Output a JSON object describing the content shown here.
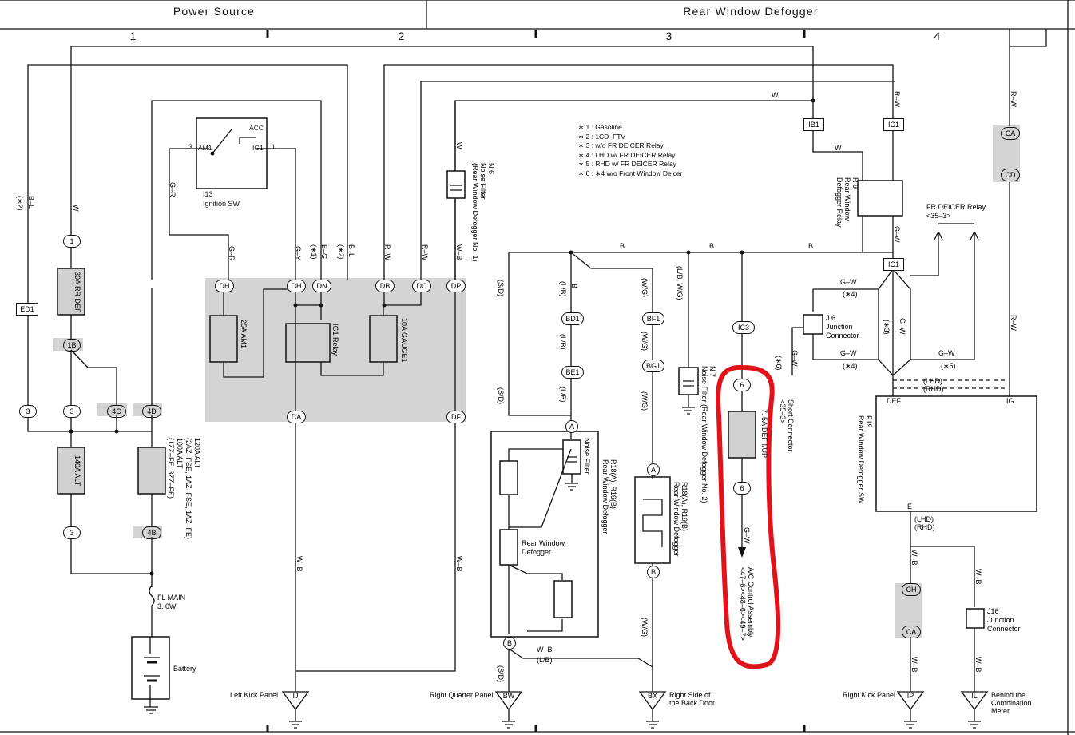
{
  "header": {
    "power_source": "Power Source",
    "rear_window_defogger": "Rear Window Defogger",
    "columns": [
      "1",
      "2",
      "3",
      "4"
    ]
  },
  "notes": [
    "∗ 1 : Gasoline",
    "∗ 2 : 1CD–FTV",
    "∗ 3 : w/o FR DEICER Relay",
    "∗ 4 : LHD w/ FR DEICER Relay",
    "∗ 5 : RHD w/ FR DEICER Relay",
    "∗ 6 : ∗4 w/o Front Window Deicer"
  ],
  "components": {
    "ignition_sw": {
      "id": "I13",
      "name": "Ignition SW",
      "acc": "ACC",
      "am1": "AM1",
      "ig1": "IG1",
      "pin3": "3",
      "pin1": "1"
    },
    "rr_def_fuse": "30A RR DEF",
    "alt_fuse": "140A ALT",
    "alt_fuse2": [
      "120A ALT",
      "(2AZ–FSE, 1AZ–FSE, 1AZ–FE)",
      "100A ALT",
      "(1ZZ–FE, 3ZZ–FE)"
    ],
    "fl_main": [
      "FL MAIN",
      "3. 0W"
    ],
    "battery": "Battery",
    "am1_fuse": "25A AM1",
    "ig1_relay": "IG1 Relay",
    "gauge_fuse": "10A GAUGE1",
    "noise_filter_n6": [
      "N 6",
      "Noise Filter",
      "(Rear Window Defogger No. 1)"
    ],
    "noise_filter_n7": [
      "N 7",
      "Noise Filter (Rear Window Defogger No. 2)"
    ],
    "defogger_relay": [
      "R 9",
      "Rear Window",
      "Defogger Relay"
    ],
    "fr_deicer_relay": [
      "FR DEICER Relay",
      "<35–3>"
    ],
    "junction_j6": [
      "J 6",
      "Junction",
      "Connector"
    ],
    "short_connector": [
      "Short Connector",
      "<35–3>"
    ],
    "def_iup_fuse": "7. 5A DEF I/UP",
    "ac_control": [
      "A/C Control Assembly",
      "<47–6><48–6><49–7>"
    ],
    "defogger_sw": [
      "F19",
      "Rear Window Defogger SW"
    ],
    "def_label": "DEF",
    "ig_label": "IG",
    "e_label": "E",
    "r18_left": [
      "R18(A), R19(B)",
      "Rear Window Defogger"
    ],
    "r18_right": [
      "R18(A), R19(B)",
      "Rear Window Defogger"
    ],
    "noise_filter_small": "Noise Filter",
    "rear_window_defogger_inner": [
      "Rear Window",
      "Defogger"
    ],
    "junction_j16": [
      "J16",
      "Junction",
      "Connector"
    ]
  },
  "connectors": {
    "c1": "1",
    "c3a": "3",
    "c3b": "3",
    "c3c": "3",
    "c4c": "4C",
    "c4d": "4D",
    "c4b": "4B",
    "c1b": "1B",
    "ed1": "ED1",
    "dh1": "DH",
    "dh2": "DH",
    "dn": "DN",
    "db": "DB",
    "dc": "DC",
    "dp": "DP",
    "da": "DA",
    "df": "DF",
    "bd1": "BD1",
    "be1": "BE1",
    "bf1": "BF1",
    "bg1": "BG1",
    "ic3": "IC3",
    "ib1": "IB1",
    "ic1a": "IC1",
    "ic1b": "IC1",
    "ca_top": "CA",
    "cd": "CD",
    "ch": "CH",
    "ca_bot": "CA",
    "c6a": "6",
    "c6b": "6",
    "ca": "A",
    "cb": "B",
    "cra": "A",
    "crb": "B"
  },
  "grounds": [
    {
      "code": "IJ",
      "label": "Left Kick Panel"
    },
    {
      "code": "BW",
      "label": "Right Quarter Panel"
    },
    {
      "code": "BX",
      "label": "Right Side of the Back Door"
    },
    {
      "code": "IP",
      "label": "Right Kick Panel"
    },
    {
      "code": "IL",
      "label": "Behind the Combination Meter"
    }
  ],
  "wire_labels": {
    "b_l": "B–L",
    "w": "W",
    "b": "B",
    "g_r": "G–R",
    "g_y": "G–Y",
    "b_g": "B–G",
    "r_w": "R–W",
    "w_b": "W–B",
    "g_w": "G–W",
    "l_b": "(L/B)",
    "w_g": "(W/G)",
    "s_d": "(S/D)",
    "lb_wg": "(L/B, W/G)",
    "lhd": "(LHD)",
    "rhd": "(RHD)",
    "n1": "(∗1)",
    "n2": "(∗2)",
    "n3": "(∗3)",
    "n4": "(∗4)",
    "n5": "(∗5)",
    "n6": "(∗6)"
  }
}
